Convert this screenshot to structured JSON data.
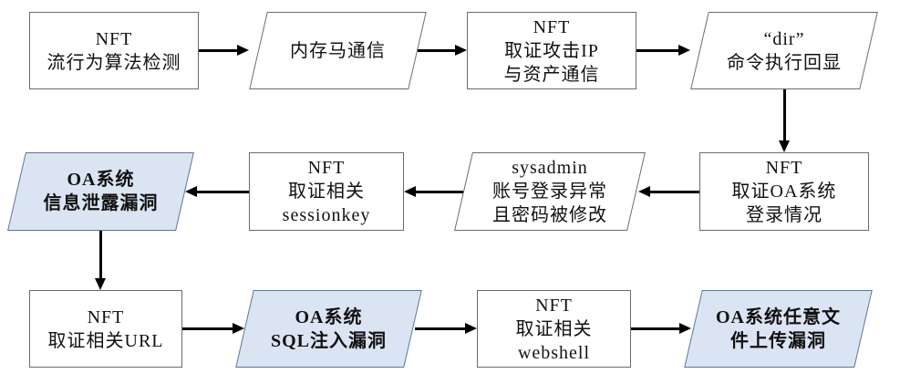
{
  "diagram": {
    "type": "flowchart",
    "background": "#ffffff",
    "colors": {
      "node_fill": "#ffffff",
      "highlight_fill": "#dbe4f2",
      "node_border": "#6b6b6b",
      "highlight_border": "#5d7599",
      "arrow": "#000000",
      "text": "#111111"
    },
    "nodes": [
      {
        "shape": "rectangle",
        "variant": "plain",
        "lines": [
          "NFT",
          "流行为算法检测"
        ]
      },
      {
        "shape": "parallelogram",
        "variant": "plain",
        "lines": [
          "内存马通信"
        ]
      },
      {
        "shape": "rectangle",
        "variant": "plain",
        "lines": [
          "NFT",
          "取证攻击IP",
          "与资产通信"
        ]
      },
      {
        "shape": "parallelogram",
        "variant": "plain",
        "lines": [
          "“dir”",
          "命令执行回显"
        ]
      },
      {
        "shape": "rectangle",
        "variant": "plain",
        "lines": [
          "NFT",
          "取证OA系统",
          "登录情况"
        ]
      },
      {
        "shape": "parallelogram",
        "variant": "plain",
        "lines": [
          "sysadmin",
          "账号登录异常",
          "且密码被修改"
        ]
      },
      {
        "shape": "rectangle",
        "variant": "plain",
        "lines": [
          "NFT",
          "取证相关",
          "sessionkey"
        ]
      },
      {
        "shape": "parallelogram",
        "variant": "highlight",
        "lines": [
          "OA系统",
          "信息泄露漏洞"
        ]
      },
      {
        "shape": "rectangle",
        "variant": "plain",
        "lines": [
          "NFT",
          "取证相关URL"
        ]
      },
      {
        "shape": "parallelogram",
        "variant": "highlight",
        "lines": [
          "OA系统",
          "SQL注入漏洞"
        ]
      },
      {
        "shape": "rectangle",
        "variant": "plain",
        "lines": [
          "NFT",
          "取证相关",
          "webshell"
        ]
      },
      {
        "shape": "parallelogram",
        "variant": "highlight",
        "lines": [
          "OA系统任意文",
          "件上传漏洞"
        ]
      }
    ]
  }
}
